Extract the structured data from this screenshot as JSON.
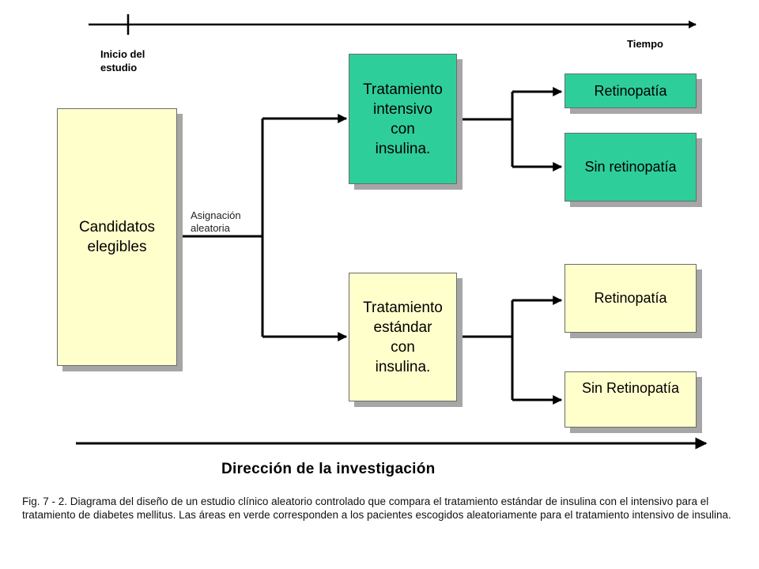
{
  "timeline": {
    "start_label": "Inicio del\nestudio",
    "end_label": "Tiempo"
  },
  "nodes": {
    "candidates": "Candidatos\nelegibles",
    "randomization": "Asignación\naleatoria",
    "intensive": "Tratamiento\nintensivo\ncon\ninsulina.",
    "standard": "Tratamiento\nestándar\ncon\ninsulina.",
    "intensive_outcome_1": "Retinopatía",
    "intensive_outcome_2": "Sin retinopatía",
    "standard_outcome_1": "Retinopatía",
    "standard_outcome_2": "Sin Retinopatía"
  },
  "colors": {
    "intensive_fill": "#2ece9a",
    "other_fill": "#ffffcc",
    "shadow": "#a6a6a6"
  },
  "direction_label": "Dirección de la investigación",
  "caption": "Fig. 7 - 2. Diagrama del diseño de un estudio clínico aleatorio controlado que compara el tratamiento estándar de insulina con el intensivo para el tratamiento de diabetes mellitus. Las áreas en verde corresponden a los pacientes escogidos aleatoriamente para el tratamiento intensivo de insulina."
}
